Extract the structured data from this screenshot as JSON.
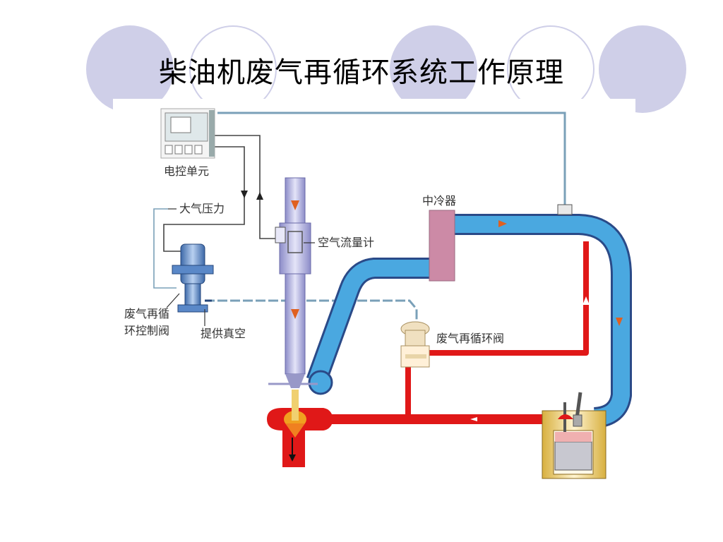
{
  "slide": {
    "title": "柴油机废气再循环系统工作原理"
  },
  "diagram": {
    "labels": {
      "ecu": "电控单元",
      "atmospheric_pressure": "大气压力",
      "air_flow_meter": "空气流量计",
      "intercooler": "中冷器",
      "egr_control_valve_line1": "废气再循",
      "egr_control_valve_line2": "环控制阀",
      "vacuum_supply": "提供真空",
      "egr_valve": "废气再循环阀"
    },
    "colors": {
      "intake_pipe": "#4aa8e0",
      "exhaust_pipe": "#e01818",
      "intercooler": "#cc8aa6",
      "decoration": "#cfcfe8",
      "flow_arrow": "#e06020"
    }
  }
}
